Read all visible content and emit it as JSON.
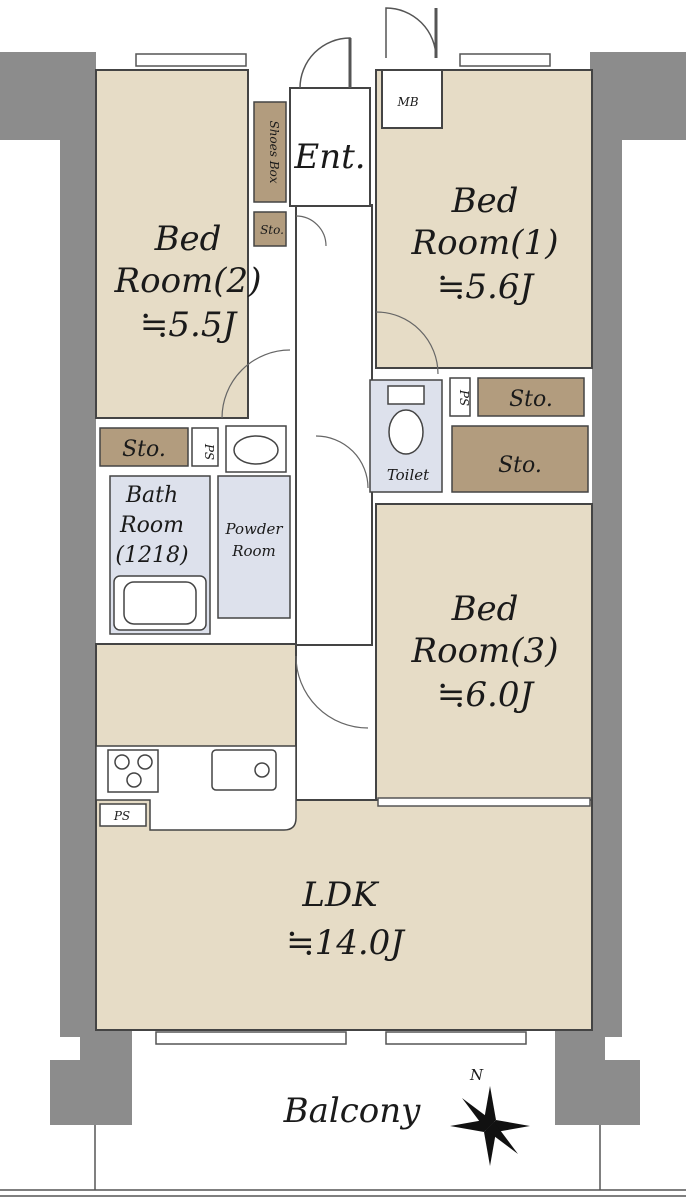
{
  "rooms": {
    "entrance": "Ent.",
    "shoes_box": "Shoes Box",
    "meter_box": "MB",
    "bed1": {
      "name": "Bed",
      "name2": "Room(1)",
      "size": "≒5.6J"
    },
    "bed2": {
      "name": "Bed",
      "name2": "Room(2)",
      "size": "≒5.5J"
    },
    "bed3": {
      "name": "Bed",
      "name2": "Room(3)",
      "size": "≒6.0J"
    },
    "ldk": {
      "name": "LDK",
      "size": "≒14.0J"
    },
    "balcony": "Balcony",
    "toilet": "Toilet",
    "bath": {
      "line1": "Bath",
      "line2": "Room",
      "line3": "(1218)"
    },
    "powder": {
      "line1": "Powder",
      "line2": "Room"
    }
  },
  "storage": {
    "sto": "Sto.",
    "ps": "PS"
  },
  "compass": {
    "north": "N"
  },
  "colors": {
    "room_fill": "#e6dcc6",
    "storage_fill": "#b29c7e",
    "wet_fill": "#dde1ec",
    "wall": "#8a8a8a",
    "line": "#333333"
  }
}
